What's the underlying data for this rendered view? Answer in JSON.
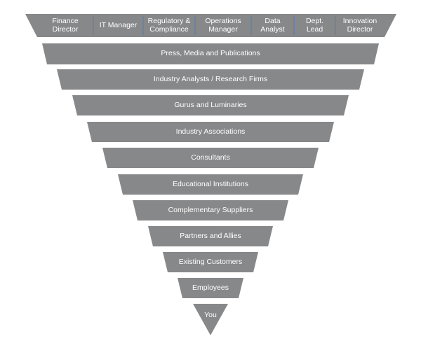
{
  "top_roles": [
    {
      "name": "finance-director",
      "label": "Finance\nDirector"
    },
    {
      "name": "it-manager",
      "label": "IT Manager"
    },
    {
      "name": "regulatory-compliance",
      "label": "Regulatory &\nCompliance"
    },
    {
      "name": "operations-manager",
      "label": "Operations\nManager"
    },
    {
      "name": "data-analyst",
      "label": "Data\nAnalyst"
    },
    {
      "name": "dept-lead",
      "label": "Dept.\nLead"
    },
    {
      "name": "innovation-director",
      "label": "Innovation\nDirector"
    }
  ],
  "bands": [
    {
      "name": "press-media-publications",
      "label": "Press, Media and Publications"
    },
    {
      "name": "industry-analysts",
      "label": "Industry Analysts / Research Firms"
    },
    {
      "name": "gurus-luminaries",
      "label": "Gurus and Luminaries"
    },
    {
      "name": "industry-associations",
      "label": "Industry Associations"
    },
    {
      "name": "consultants",
      "label": "Consultants"
    },
    {
      "name": "educational-institutions",
      "label": "Educational Institutions"
    },
    {
      "name": "complementary-suppliers",
      "label": "Complementary Suppliers"
    },
    {
      "name": "partners-allies",
      "label": "Partners and Allies"
    },
    {
      "name": "existing-customers",
      "label": "Existing Customers"
    },
    {
      "name": "employees",
      "label": "Employees"
    },
    {
      "name": "you",
      "label": "You"
    }
  ],
  "colors": {
    "band_fill": "#87888a",
    "divider": "#5b7fb0",
    "text": "#ffffff"
  }
}
